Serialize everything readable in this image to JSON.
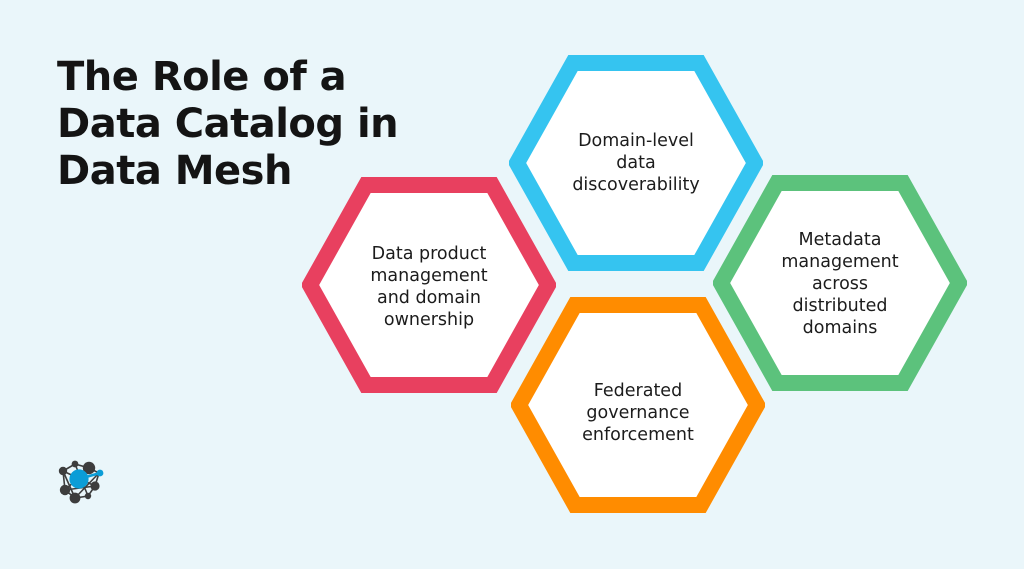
{
  "background_color": "#eaf6fa",
  "title": {
    "lines": [
      "The Role of a",
      "Data Catalog in",
      "Data Mesh"
    ],
    "color": "#141414"
  },
  "hexagons": [
    {
      "id": "domain-level-data-discoverability",
      "label": "Domain-level\ndata\ndiscoverability",
      "color": "#35c4f0",
      "fill": "#ffffff",
      "position": "top-center"
    },
    {
      "id": "data-product-management-and-domain-ownership",
      "label": "Data product\nmanagement\nand domain\nownership",
      "color": "#e8405f",
      "fill": "#ffffff",
      "position": "left"
    },
    {
      "id": "metadata-management-across-distributed-domains",
      "label": "Metadata\nmanagement\nacross\ndistributed\ndomains",
      "color": "#5cc27c",
      "fill": "#ffffff",
      "position": "right"
    },
    {
      "id": "federated-governance-enforcement",
      "label": "Federated\ngovernance\nenforcement",
      "color": "#ff8c00",
      "fill": "#ffffff",
      "position": "bottom-center"
    }
  ],
  "logo": {
    "name": "network-graph-logo",
    "node_color": "#3d3d3d",
    "accent_color": "#0b9dd7"
  }
}
